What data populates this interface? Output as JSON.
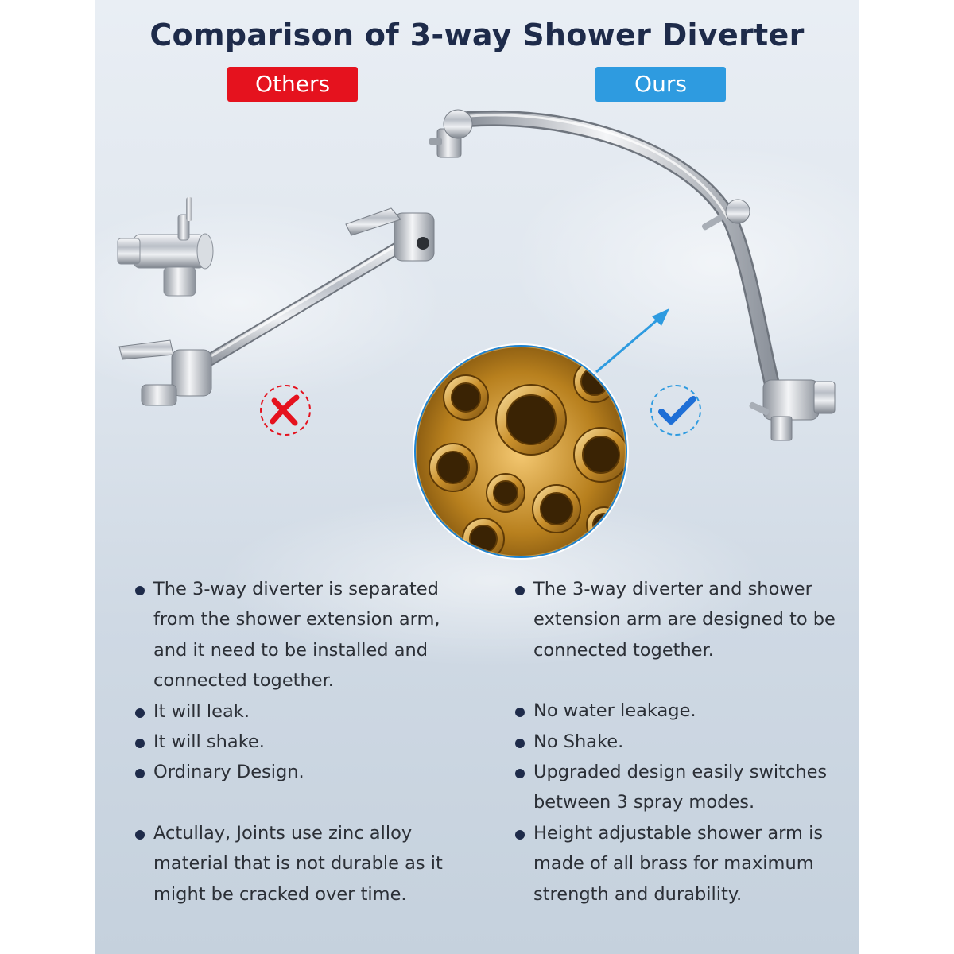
{
  "title": "Comparison of 3-way Shower Diverter",
  "tags": {
    "others": "Others",
    "ours": "Ours"
  },
  "colors": {
    "others": "#e5121e",
    "ours": "#2e9be0",
    "title": "#1e2b4a",
    "bullet": "#1e2b4a"
  },
  "icons": {
    "others_mark": "cross-icon",
    "ours_mark": "checkmark-icon",
    "arrow": "arrow-icon"
  },
  "others": {
    "bullets": [
      "The 3-way diverter is separated from the shower extension arm, and it need to be installed and connected together.",
      "It will leak.",
      "It will shake.",
      "Ordinary Design.",
      "Actullay, Joints use zinc alloy material that is not durable as it might be cracked over time."
    ]
  },
  "ours": {
    "bullets": [
      "The 3-way diverter and shower extension arm are designed to be connected together.",
      "No water leakage.",
      "No Shake.",
      "Upgraded design easily switches between 3 spray modes.",
      "Height adjustable shower arm is made of all brass for maximum strength and durability."
    ]
  }
}
